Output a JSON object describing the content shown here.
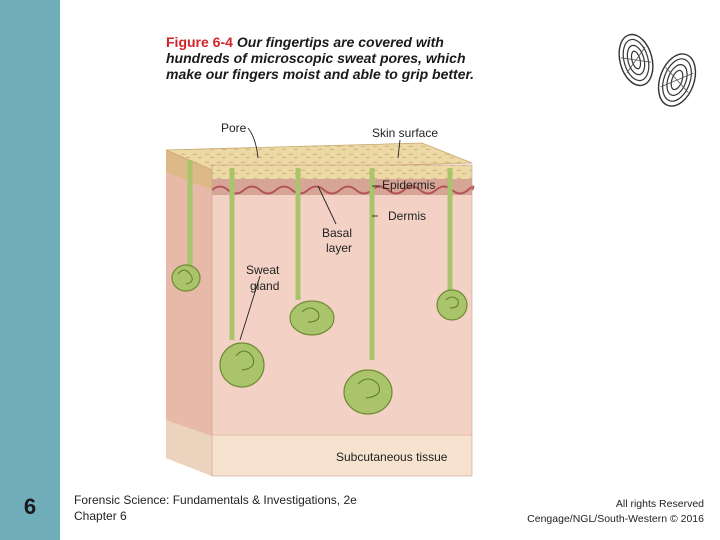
{
  "slide": {
    "number": "6"
  },
  "caption": {
    "figure_label": "Figure 6-4",
    "text": "Our fingertips are covered with hundreds of microscopic sweat pores, which make our fingers moist and able to grip better."
  },
  "diagram": {
    "labels": {
      "pore": "Pore",
      "skin_surface": "Skin surface",
      "epidermis": "Epidermis",
      "dermis": "Dermis",
      "basal_line1": "Basal",
      "basal_line2": "layer",
      "sweat_line1": "Sweat",
      "sweat_line2": "gland",
      "subcutaneous": "Subcutaneous tissue"
    },
    "colors": {
      "skin_surface": "#ecd9a6",
      "epidermis": "#d7a596",
      "dermis": "#f3d2c5",
      "subcutaneous": "#f6e2cf",
      "gland": "#a9c46a",
      "sidebar": "#6fadb9",
      "figure_label": "#d2232a"
    },
    "icons": [
      "fingerprint-icon",
      "fingerprint-icon"
    ]
  },
  "footer": {
    "left_line1": "Forensic Science: Fundamentals & Investigations, 2e",
    "left_line2": "Chapter 6",
    "right_line1": "All rights Reserved",
    "right_line2": "Cengage/NGL/South-Western © 2016"
  }
}
